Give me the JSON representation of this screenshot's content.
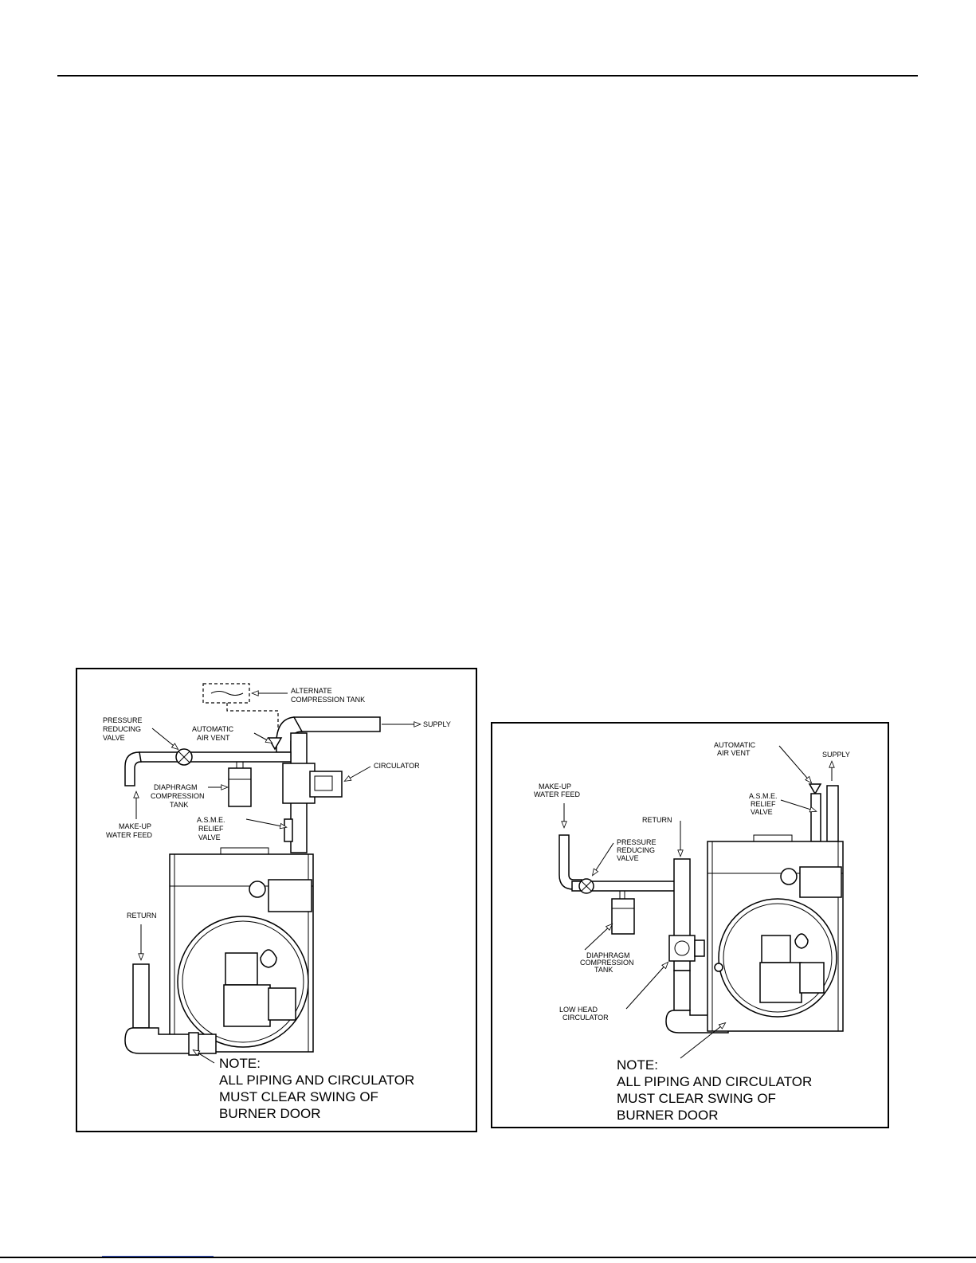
{
  "left_diagram": {
    "labels": {
      "alternate_tank": [
        "ALTERNATE",
        "COMPRESSION TANK"
      ],
      "supply": "SUPPLY",
      "pressure_reducing_valve": [
        "PRESSURE",
        "REDUCING",
        "VALVE"
      ],
      "automatic_air_vent": [
        "AUTOMATIC",
        "AIR VENT"
      ],
      "circulator": "CIRCULATOR",
      "diaphragm_tank": [
        "DIAPHRAGM",
        "COMPRESSION",
        "TANK"
      ],
      "makeup_water": [
        "MAKE-UP",
        "WATER FEED"
      ],
      "relief_valve": [
        "A.S.M.E.",
        "RELIEF",
        "VALVE"
      ],
      "return": "RETURN"
    },
    "note": [
      "NOTE:",
      "ALL PIPING  AND CIRCULATOR",
      "MUST CLEAR SWING OF",
      "BURNER DOOR"
    ]
  },
  "right_diagram": {
    "labels": {
      "automatic_air_vent": [
        "AUTOMATIC",
        "AIR VENT"
      ],
      "supply": "SUPPLY",
      "makeup_water": [
        "MAKE-UP",
        "WATER FEED"
      ],
      "relief_valve": [
        "A.S.M.E.",
        "RELIEF",
        "VALVE"
      ],
      "return": "RETURN",
      "pressure_reducing_valve": [
        "PRESSURE",
        "REDUCING",
        "VALVE"
      ],
      "diaphragm_tank": [
        "DIAPHRAGM",
        "COMPRESSION",
        "TANK"
      ],
      "low_head_circulator": [
        "LOW HEAD",
        "CIRCULATOR"
      ]
    },
    "note": [
      "NOTE:",
      "ALL PIPING  AND CIRCULATOR",
      "MUST CLEAR SWING OF",
      "BURNER DOOR"
    ]
  }
}
